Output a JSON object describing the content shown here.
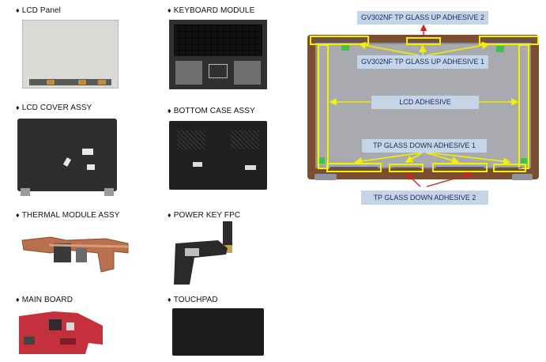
{
  "captions": {
    "lcd_panel": "LCD Panel",
    "keyboard_module": "KEYBOARD MODULE",
    "lcd_cover_assy": "LCD COVER ASSY",
    "bottom_case_assy": "BOTTOM CASE ASSY",
    "thermal_module_assy": "THERMAL MODULE ASSY",
    "power_key_fpc": "POWER KEY FPC",
    "main_board": "MAIN BOARD",
    "touchpad": "TOUCHPAD"
  },
  "bullet": "♦",
  "diagram": {
    "labels": {
      "glass_up_2": "GV302NF TP GLASS UP ADHESIVE 2",
      "glass_up_1": "GV302NF TP GLASS UP ADHESIVE 1",
      "lcd_adhesive": "LCD ADHESIVE",
      "glass_down_1": "TP GLASS DOWN ADHESIVE 1",
      "glass_down_2": "TP GLASS DOWN ADHESIVE 2"
    },
    "colors": {
      "label_bg": "#c5d5e8",
      "highlight": "#f3f000",
      "arrow_red": "#d81e1e",
      "panel": "#a8aab0",
      "frame": "#7c4d2e"
    }
  }
}
